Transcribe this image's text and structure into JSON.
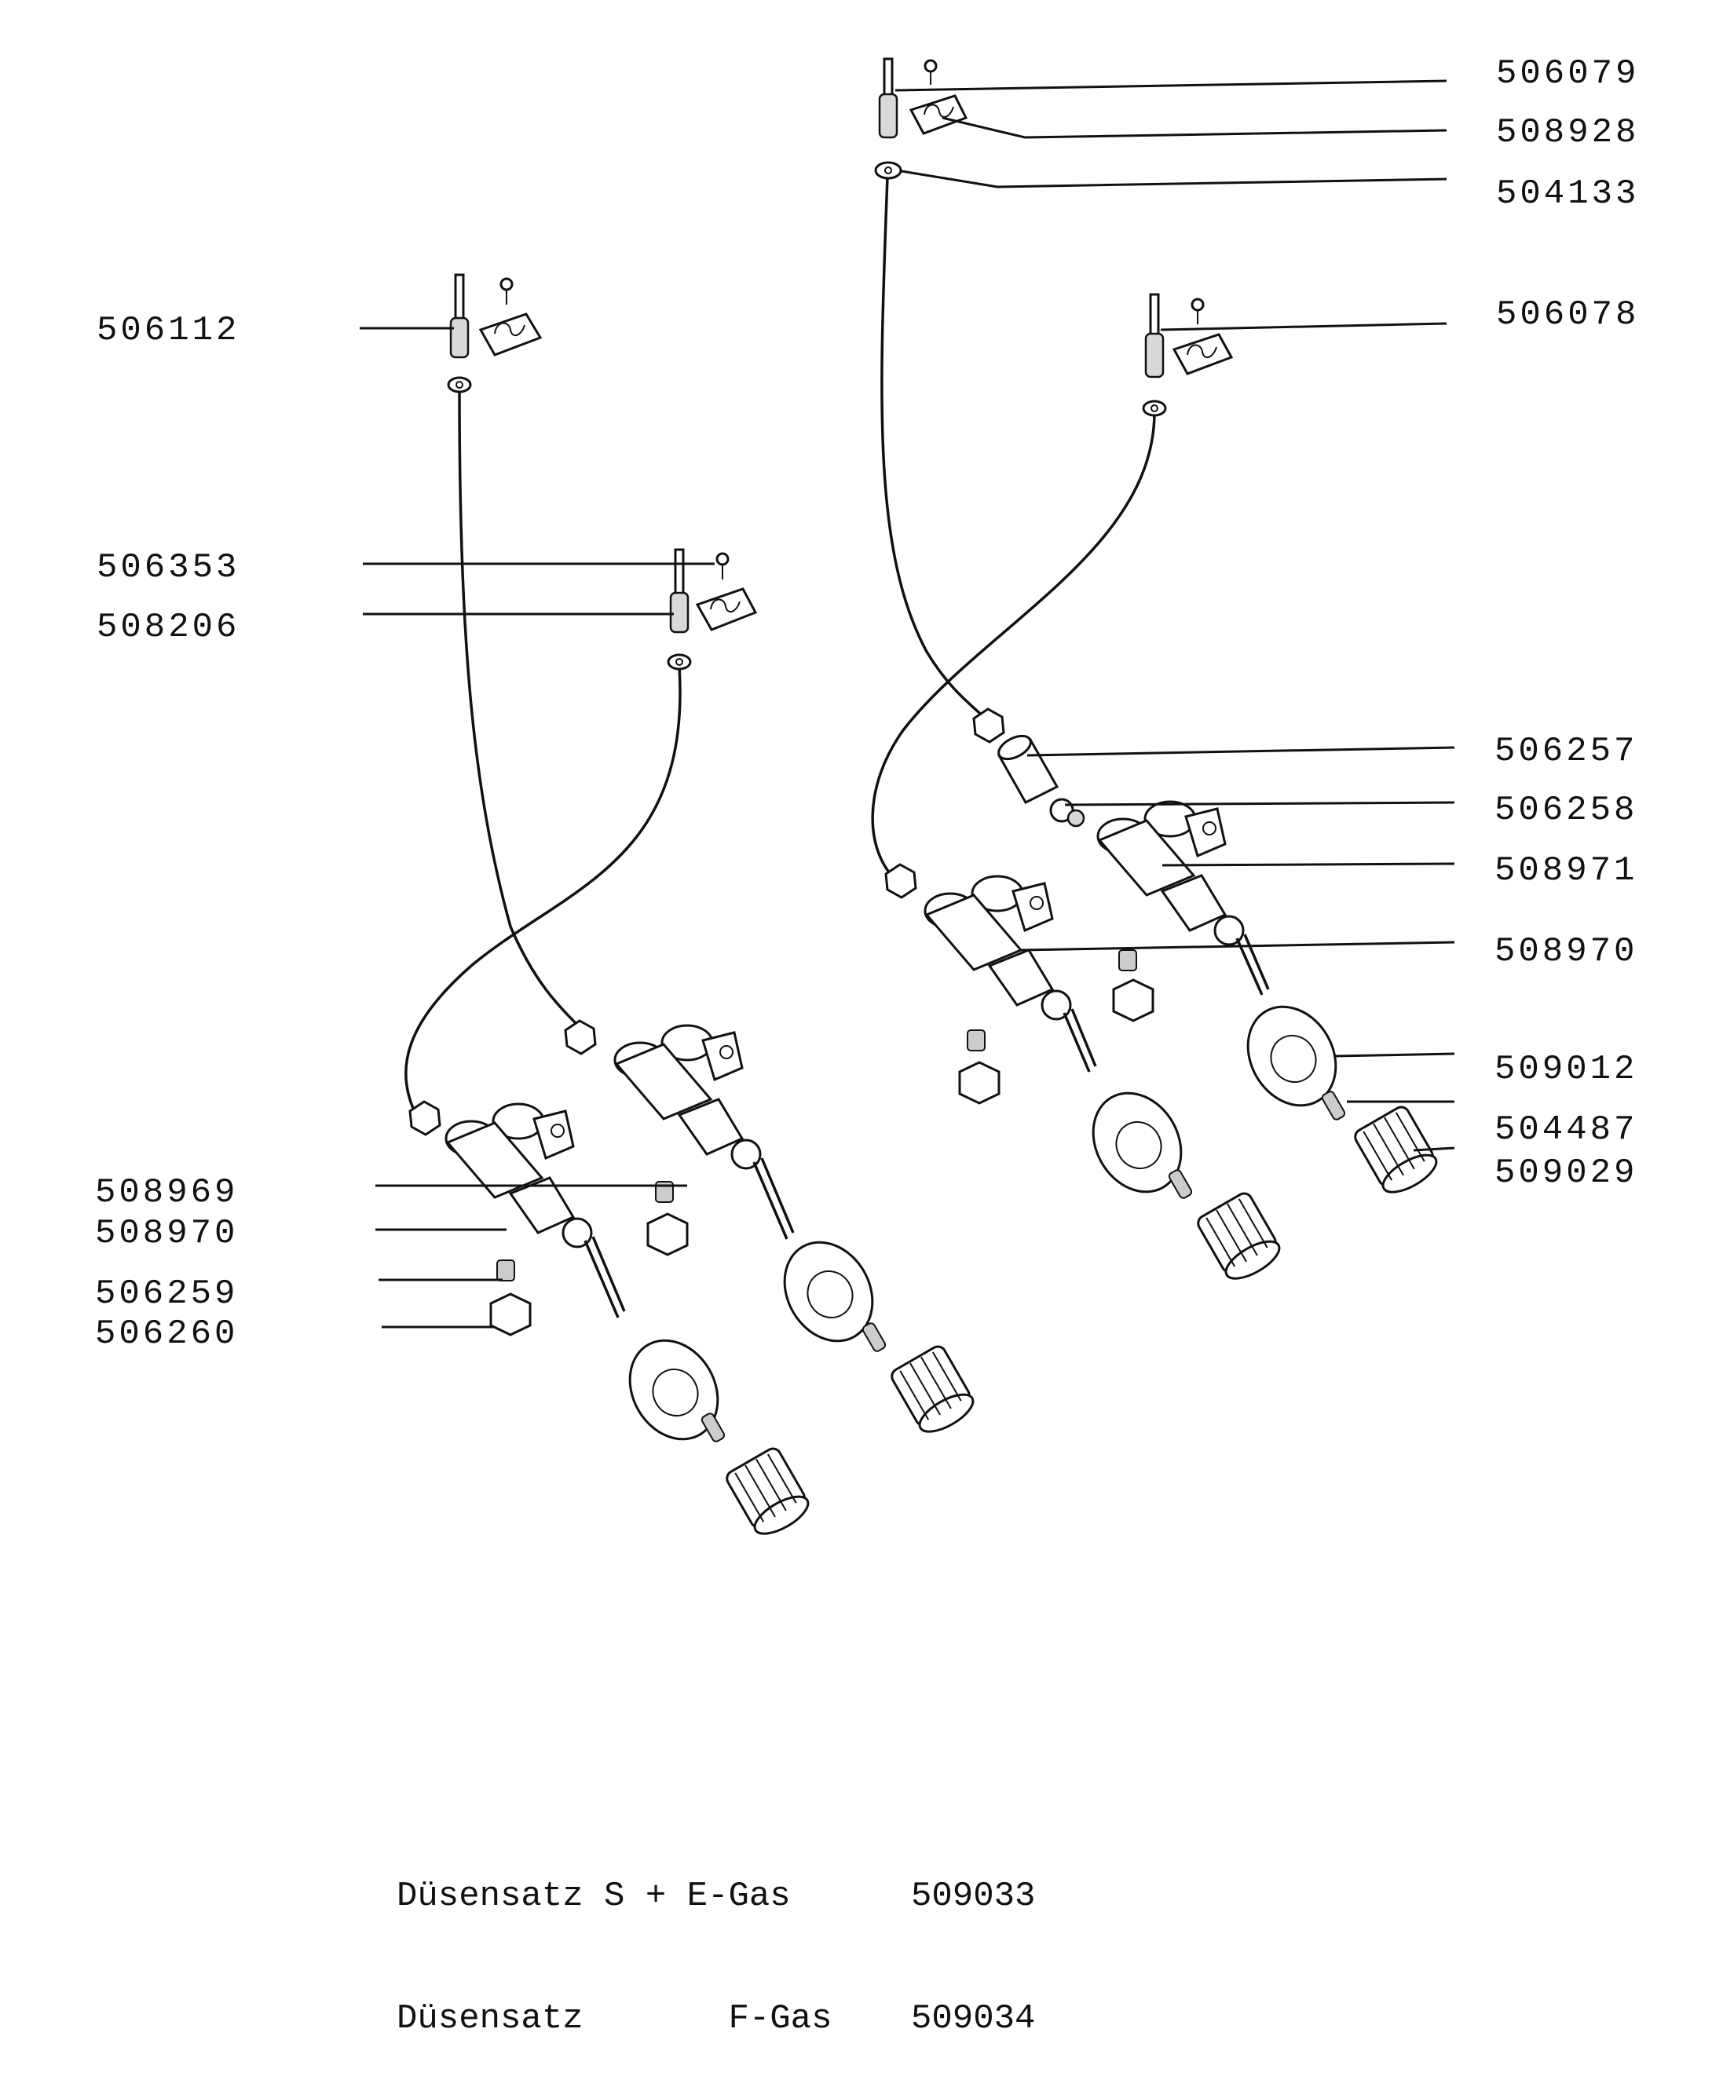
{
  "labels_left": [
    "506112",
    "506353",
    "508206",
    "508969",
    "508970",
    "506259",
    "506260"
  ],
  "labels_right": [
    "506079",
    "508928",
    "504133",
    "506078",
    "506257",
    "506258",
    "508971",
    "508970",
    "509012",
    "504487",
    "509029"
  ],
  "nozzle_sets": [
    {
      "name": "Düsensatz S + E-Gas",
      "number": "509033"
    },
    {
      "name": "Düsensatz       F-Gas",
      "number": "509034"
    }
  ]
}
